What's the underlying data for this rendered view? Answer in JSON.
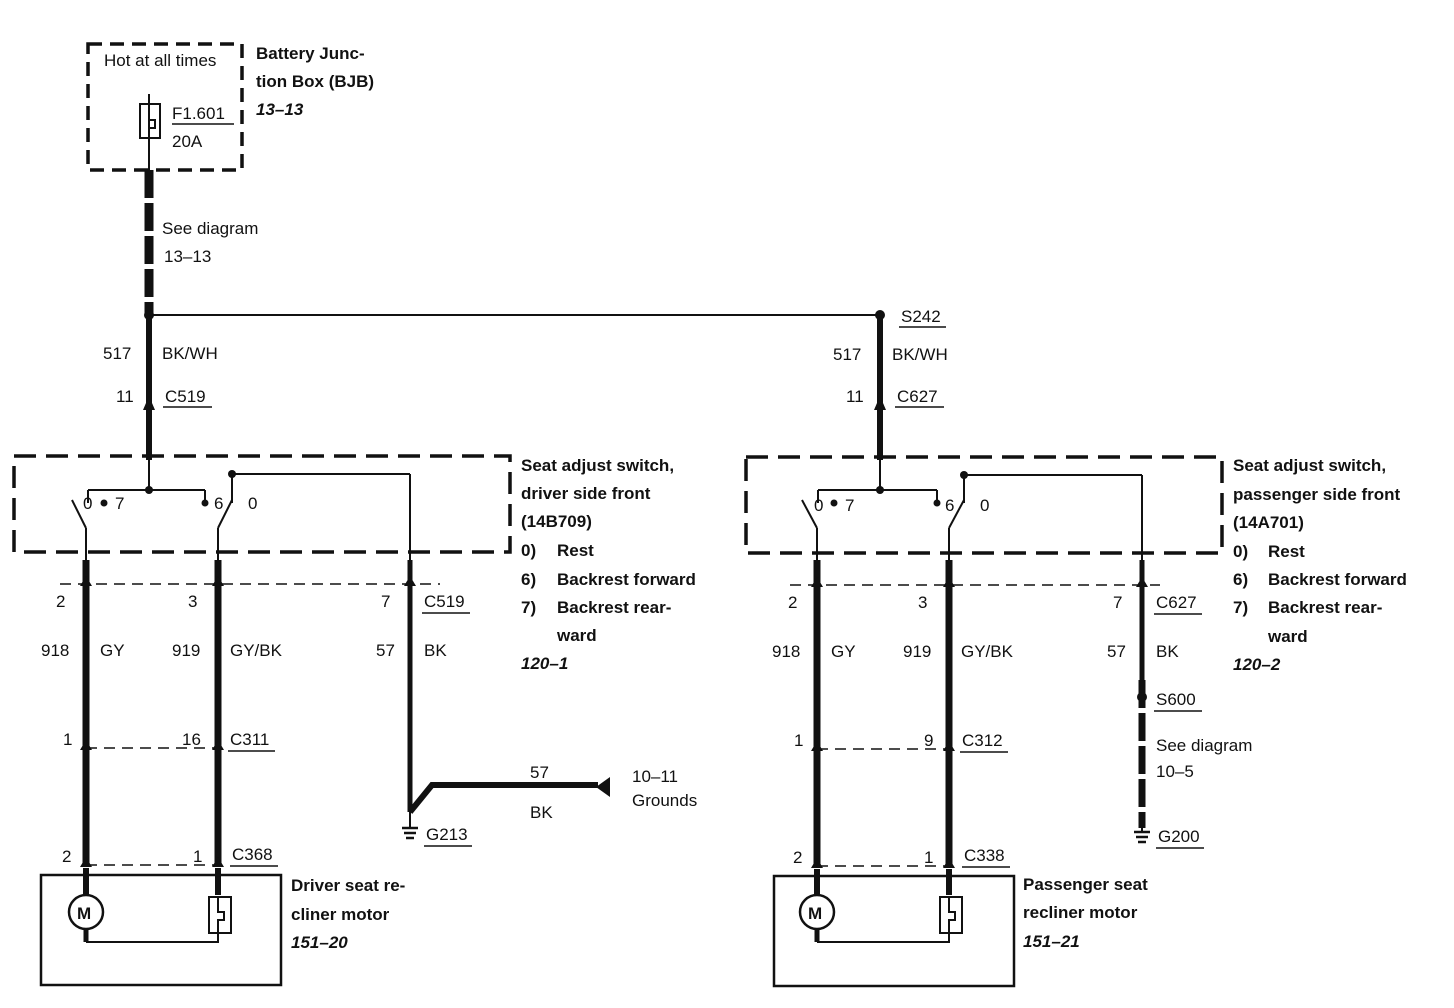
{
  "bjb": {
    "hot_label": "Hot at all times",
    "fuse_id": "F1.601",
    "fuse_rating": "20A",
    "title_line1": "Battery Junc-",
    "title_line2": "tion Box (BJB)",
    "ref": "13–13"
  },
  "feed": {
    "see_line1": "See diagram",
    "see_line2": "13–13",
    "splice": "S242"
  },
  "driver": {
    "feed_circuit": "517",
    "feed_color": "BK/WH",
    "feed_pin": "11",
    "feed_connector": "C519",
    "switch_positions": [
      "0",
      "7",
      "6",
      "0"
    ],
    "switch_title": [
      "Seat adjust switch,",
      "driver side front",
      "(14B709)"
    ],
    "legend": [
      {
        "key": "0)",
        "text": "Rest"
      },
      {
        "key": "6)",
        "text": "Backrest forward"
      },
      {
        "key": "7)",
        "text": "Backrest rear-"
      }
    ],
    "legend_cont": "ward",
    "switch_ref": "120–1",
    "out_pins": [
      "2",
      "3",
      "7"
    ],
    "out_connector": "C519",
    "circuits": [
      "918",
      "919",
      "57"
    ],
    "colors": [
      "GY",
      "GY/BK",
      "BK"
    ],
    "mid_pins": [
      "1",
      "16"
    ],
    "mid_connector": "C311",
    "motor_pins": [
      "2",
      "1"
    ],
    "motor_connector": "C368",
    "ground_circuit": "57",
    "ground_color": "BK",
    "ground_ref_line1": "10–11",
    "ground_ref_line2": "Grounds",
    "ground": "G213",
    "motor_title": [
      "Driver seat re-",
      "cliner motor"
    ],
    "motor_ref": "151–20",
    "motor_symbol": "M"
  },
  "passenger": {
    "feed_circuit": "517",
    "feed_color": "BK/WH",
    "feed_pin": "11",
    "feed_connector": "C627",
    "switch_positions": [
      "0",
      "7",
      "6",
      "0"
    ],
    "switch_title": [
      "Seat adjust switch,",
      "passenger side front",
      "(14A701)"
    ],
    "legend": [
      {
        "key": "0)",
        "text": "Rest"
      },
      {
        "key": "6)",
        "text": "Backrest forward"
      },
      {
        "key": "7)",
        "text": "Backrest rear-"
      }
    ],
    "legend_cont": "ward",
    "switch_ref": "120–2",
    "out_pins": [
      "2",
      "3",
      "7"
    ],
    "out_connector": "C627",
    "circuits": [
      "918",
      "919",
      "57"
    ],
    "colors": [
      "GY",
      "GY/BK",
      "BK"
    ],
    "mid_pins": [
      "1",
      "9"
    ],
    "mid_connector": "C312",
    "splice": "S600",
    "see_line1": "See diagram",
    "see_line2": "10–5",
    "ground": "G200",
    "motor_pins": [
      "2",
      "1"
    ],
    "motor_connector": "C338",
    "motor_title": [
      "Passenger seat",
      "recliner motor"
    ],
    "motor_ref": "151–21",
    "motor_symbol": "M"
  }
}
